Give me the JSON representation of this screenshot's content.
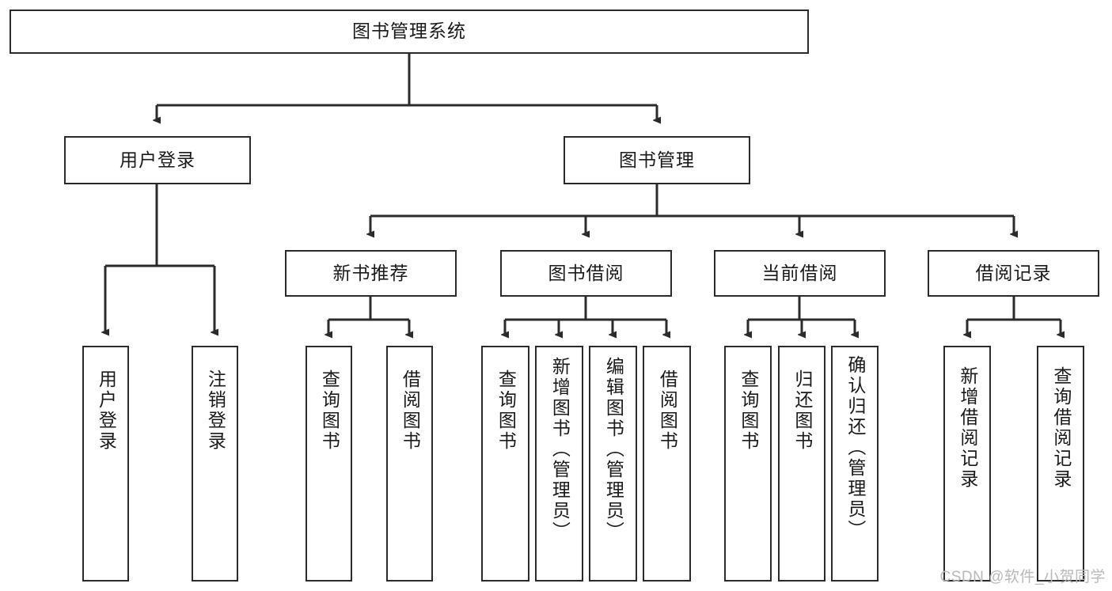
{
  "diagram": {
    "type": "tree-hierarchy",
    "title": "图书管理系统",
    "orientation": "top-down",
    "colors": {
      "box_border": "#2b2b2b",
      "box_fill": "#ffffff",
      "connector": "#2b2b2b",
      "background": "#ffffff",
      "watermark": "#b9b9b9"
    },
    "root": {
      "label": "图书管理系统"
    },
    "level2": [
      {
        "label": "用户登录"
      },
      {
        "label": "图书管理"
      }
    ],
    "level3": [
      {
        "label": "新书推荐"
      },
      {
        "label": "图书借阅"
      },
      {
        "label": "当前借阅"
      },
      {
        "label": "借阅记录"
      }
    ],
    "leaves": {
      "user_login": [
        {
          "label": "用户登录"
        },
        {
          "label": "注销登录"
        }
      ],
      "new_book_recommend": [
        {
          "label": "查询图书"
        },
        {
          "label": "借阅图书"
        }
      ],
      "book_borrow": [
        {
          "label": "查询图书"
        },
        {
          "label": "新增图书（管理员）"
        },
        {
          "label": "编辑图书（管理员）"
        },
        {
          "label": "借阅图书"
        }
      ],
      "current_borrow": [
        {
          "label": "查询图书"
        },
        {
          "label": "归还图书"
        },
        {
          "label": "确认归还（管理员）"
        }
      ],
      "borrow_record": [
        {
          "label": "新增借阅记录"
        },
        {
          "label": "查询借阅记录"
        }
      ]
    }
  },
  "watermark": {
    "text": "CSDN @软件_小贺同学"
  }
}
